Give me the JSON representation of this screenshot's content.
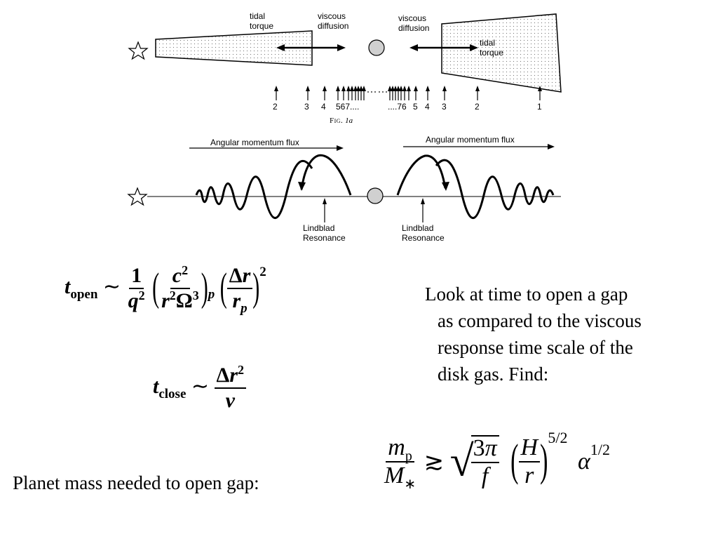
{
  "figure_top": {
    "left_labels": {
      "tidal": "tidal",
      "torque": "torque",
      "viscous": "viscous",
      "diffusion": "diffusion"
    },
    "right_labels": {
      "viscous": "viscous",
      "diffusion": "diffusion",
      "tidal": "tidal",
      "torque": "torque"
    },
    "resonance_numbers_left": [
      "2",
      "3",
      "4",
      "567...."
    ],
    "resonance_numbers_right": [
      "....76",
      "5",
      "4",
      "3",
      "2",
      "1"
    ],
    "caption_prefix": "Fig.",
    "caption_suffix": "1a"
  },
  "figure_bottom": {
    "flux_label_left": "Angular momentum flux",
    "flux_label_right": "Angular momentum flux",
    "resonance_left": {
      "line1": "Lindblad",
      "line2": "Resonance"
    },
    "resonance_right": {
      "line1": "Lindblad",
      "line2": "Resonance"
    }
  },
  "text": {
    "line1": "Look at time to open a gap",
    "line2": "as compared to the viscous",
    "line3": "response time scale of the",
    "line4": "disk gas. Find:",
    "planet_mass": "Planet mass needed to open gap:"
  }
}
